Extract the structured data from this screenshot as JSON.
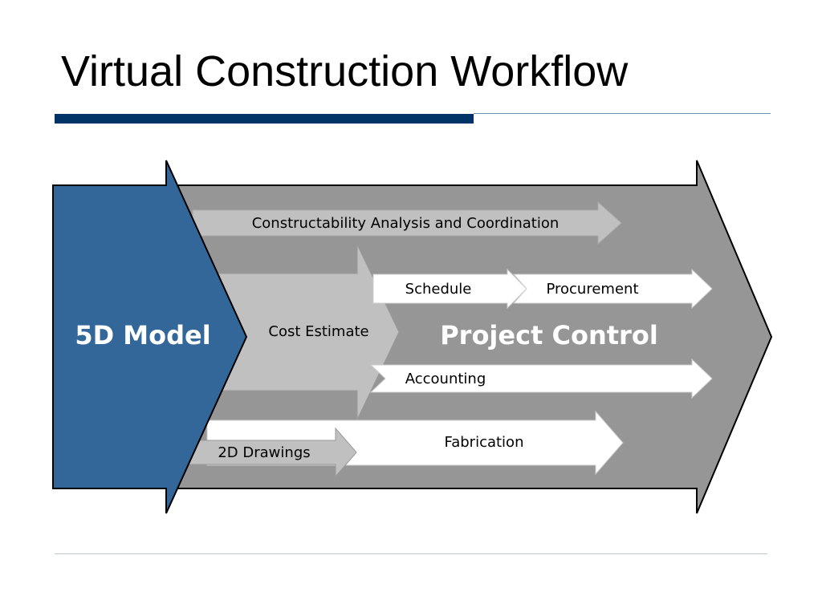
{
  "slide": {
    "title": "Virtual Construction Workflow"
  },
  "diagram": {
    "model_label": "5D Model",
    "control_label": "Project Control",
    "cost_estimate_label": "Cost Estimate",
    "arrows": {
      "constructability": "Constructability Analysis and Coordination",
      "schedule": "Schedule",
      "procurement": "Procurement",
      "accounting": "Accounting",
      "fabrication": "Fabrication",
      "drawings": "2D Drawings"
    }
  },
  "colors": {
    "title_bar": "#003366",
    "model_blue": "#336699",
    "control_gray": "#969696",
    "light_gray": "#c0c0c0",
    "white": "#ffffff"
  }
}
